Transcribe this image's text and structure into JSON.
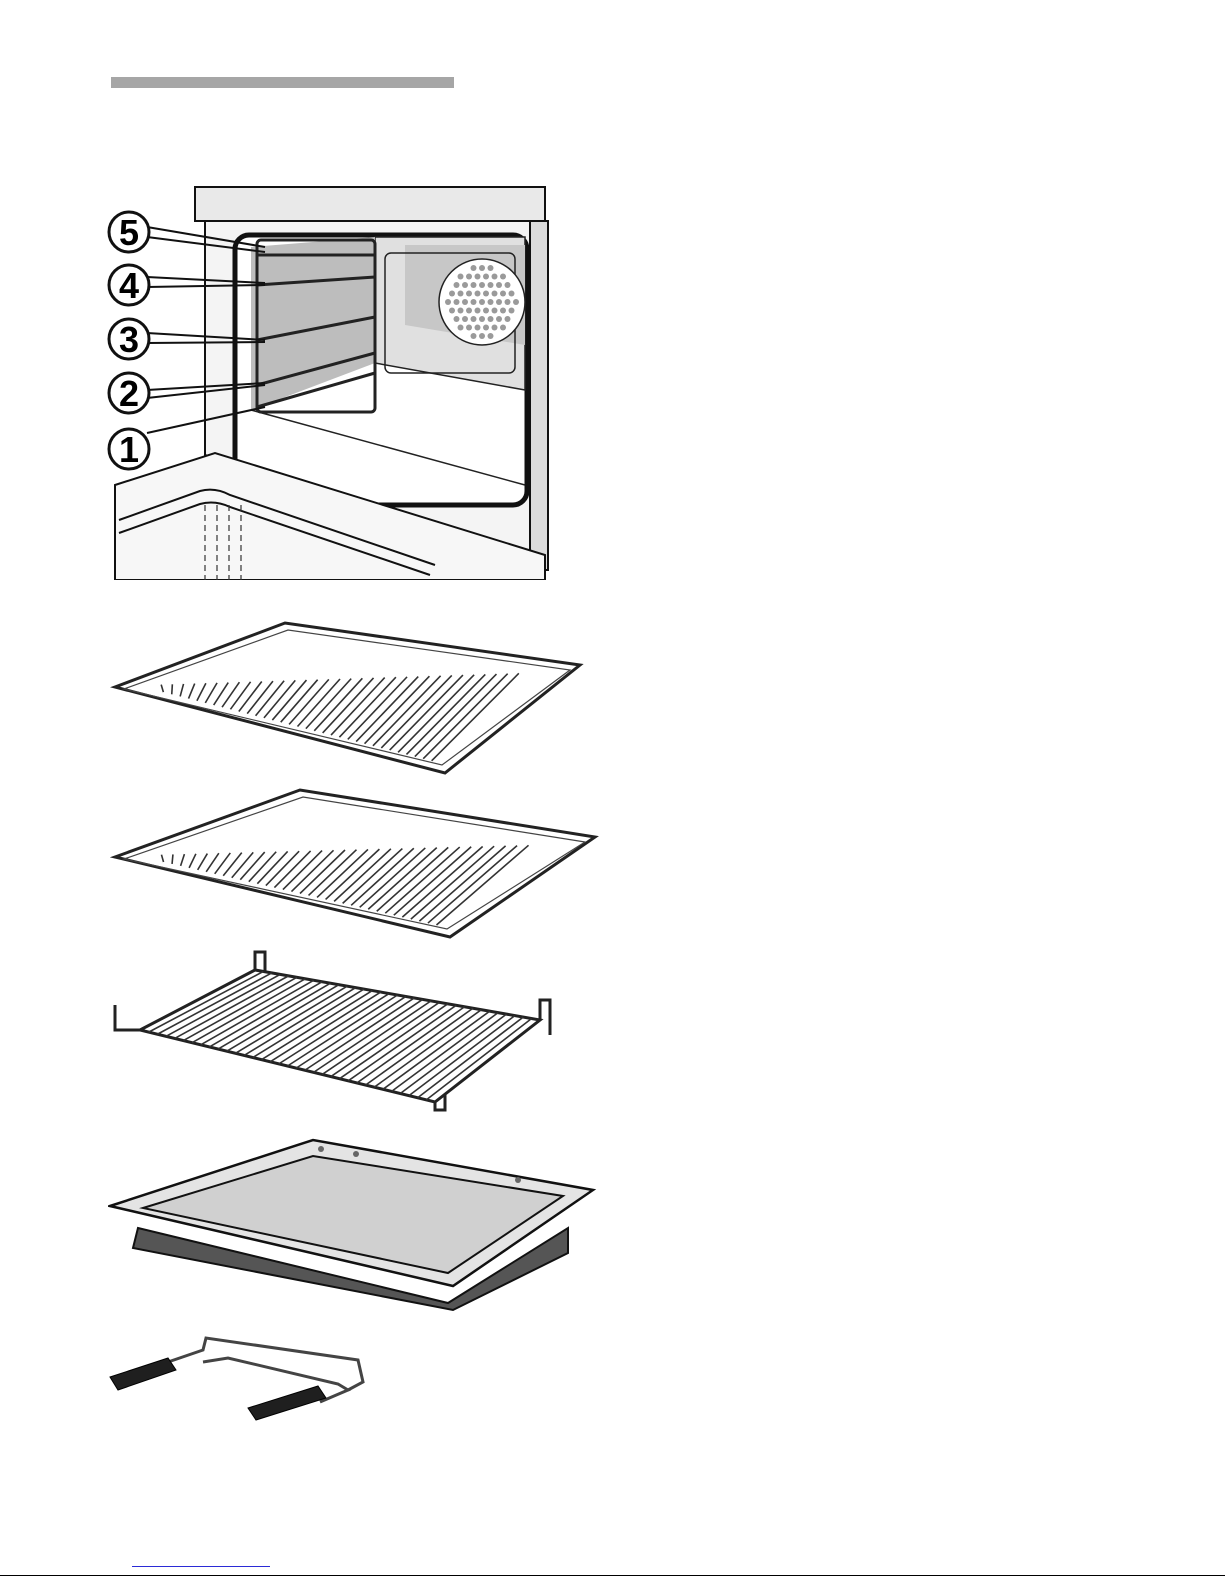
{
  "figure_oven": {
    "shelf_labels": [
      "5",
      "4",
      "3",
      "2",
      "1"
    ]
  },
  "colors": {
    "heading_bar": "#a6a6a6",
    "line": "#111111",
    "cavity_back": "#e2e2e2",
    "cavity_shade": "#b9b9b9",
    "tray": "#d6d6d6",
    "tray_dark": "#555555",
    "handle": "#1a1a1a",
    "footer_link": "#2b2bd6"
  },
  "icons": [
    "oven-interior-illustration",
    "wire-rack-illustration",
    "baking-tray-illustration",
    "grill-tray-illustration",
    "tray-puller-illustration"
  ]
}
